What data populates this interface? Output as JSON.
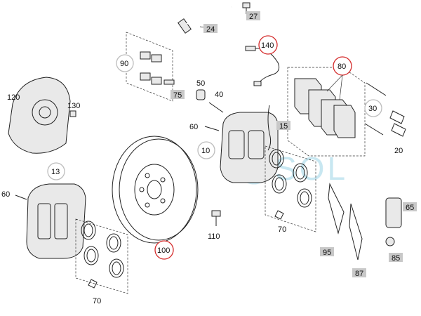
{
  "watermark": "SOL",
  "colors": {
    "callout_box": "#c8c8c8",
    "callout_circle_red": "#d42a2a",
    "callout_circle_gray": "#bdbdbd",
    "watermark": "#bfe3ef"
  },
  "labels": {
    "p24": "24",
    "p27": "27",
    "p140": "140",
    "p90": "90",
    "p80": "80",
    "p75": "75",
    "p50": "50",
    "p40": "40",
    "p120": "120",
    "p130": "130",
    "p60a": "60",
    "p15": "15",
    "p30": "30",
    "p20": "20",
    "p10": "10",
    "p13": "13",
    "p60b": "60",
    "p65": "65",
    "p110": "110",
    "p70a": "70",
    "p100": "100",
    "p95": "95",
    "p85": "85",
    "p87": "87",
    "p70b": "70"
  }
}
